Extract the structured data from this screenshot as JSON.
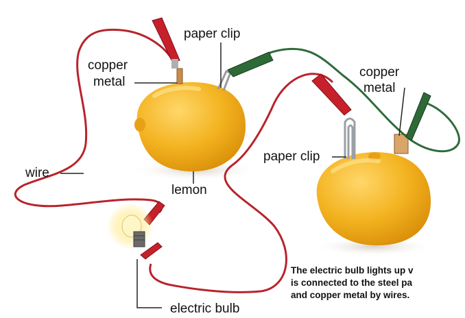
{
  "labels": {
    "paper_clip_top": "paper clip",
    "copper_metal_left_line1": "copper",
    "copper_metal_left_line2": "metal",
    "copper_metal_right_line1": "copper",
    "copper_metal_right_line2": "metal",
    "wire": "wire",
    "lemon": "lemon",
    "paper_clip_right": "paper clip",
    "electric_bulb": "electric bulb"
  },
  "caption": {
    "line1": "The electric bulb lights up v",
    "line2": "is connected to the steel pa",
    "line3": "and copper metal by wires."
  },
  "colors": {
    "lemon": "#f2b21c",
    "wire_red": "#b8232b",
    "wire_green": "#2f6b3a",
    "copper": "#c98a4a",
    "label_line": "#222222"
  }
}
